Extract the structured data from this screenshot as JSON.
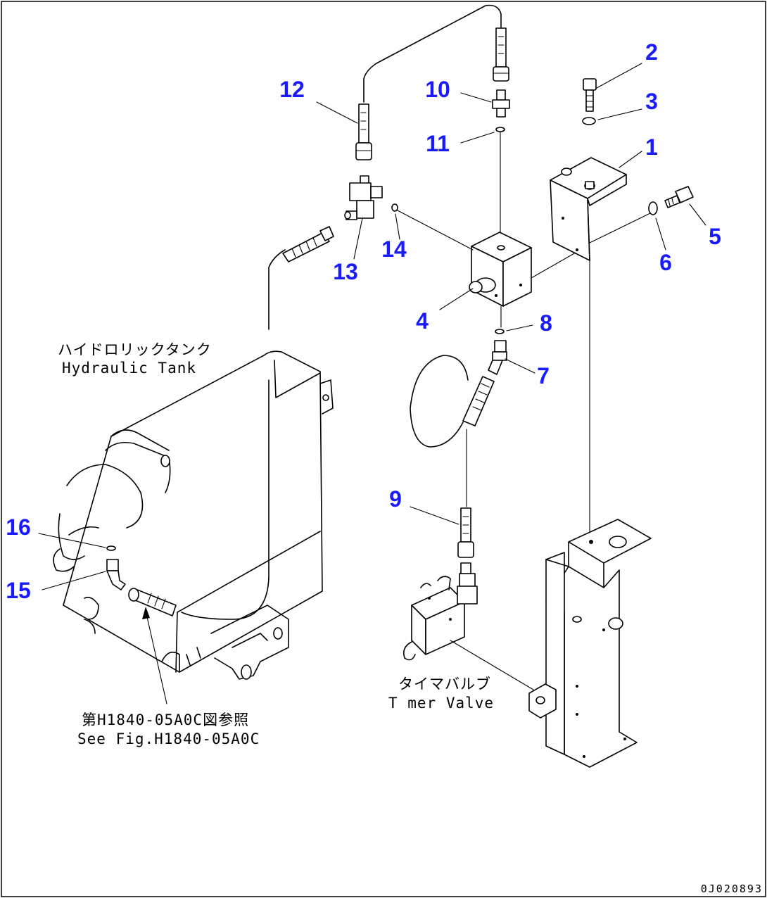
{
  "diagram": {
    "callouts": [
      "1",
      "2",
      "3",
      "4",
      "5",
      "6",
      "7",
      "8",
      "9",
      "10",
      "11",
      "12",
      "13",
      "14",
      "15",
      "16"
    ],
    "labels": {
      "tank_jp": "ハイドロリックタンク",
      "tank_en": "Hydraulic Tank",
      "valve_jp": "タイマバルブ",
      "valve_en": "T mer Valve",
      "ref_jp": "第H1840-05A0C図参照",
      "ref_en": "See Fig.H1840-05A0C"
    },
    "drawing_code": "0J020893"
  }
}
